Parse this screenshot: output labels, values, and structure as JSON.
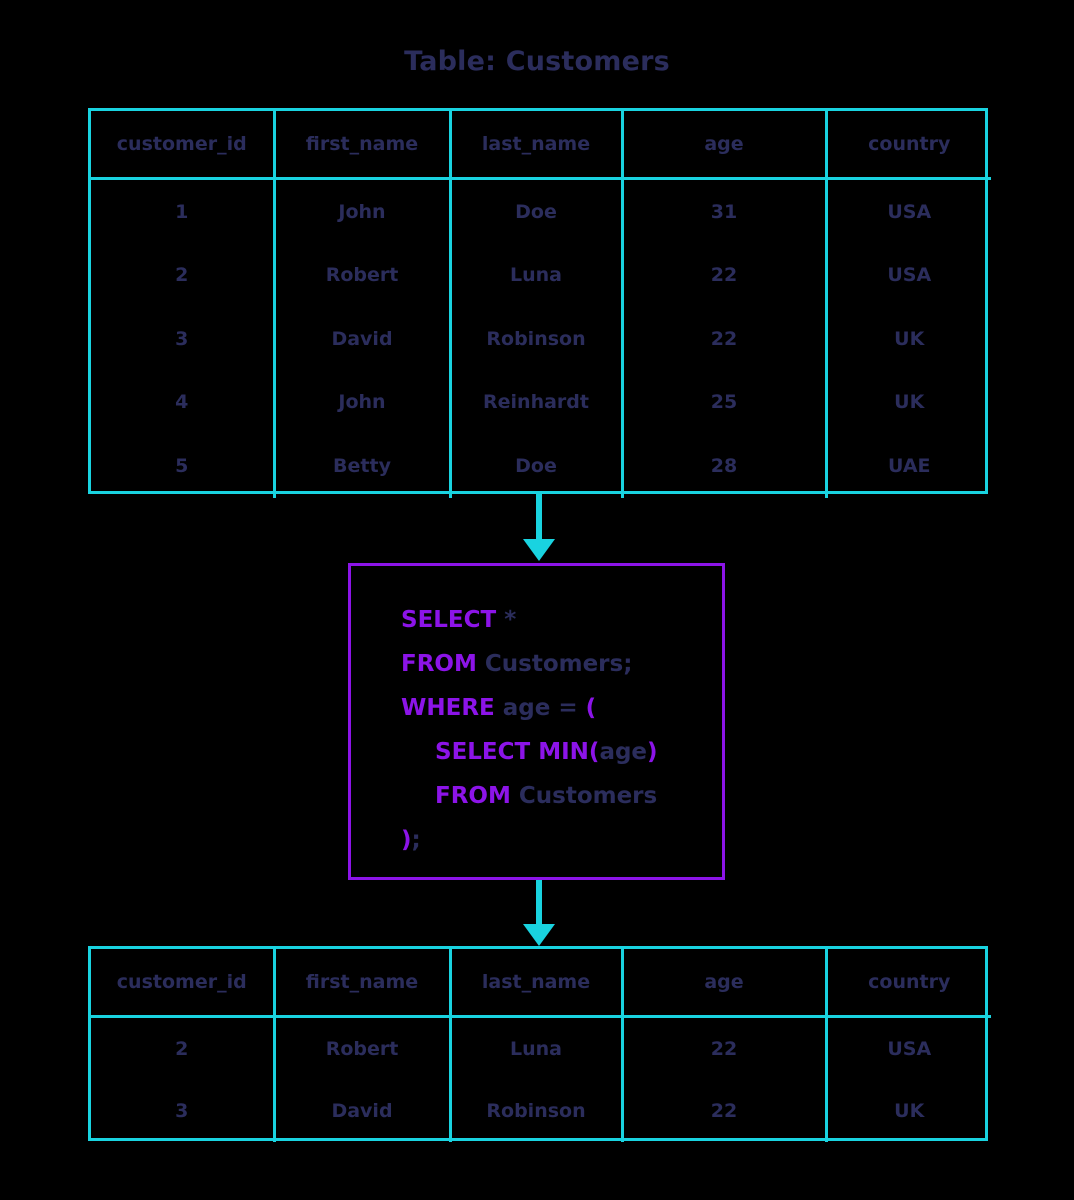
{
  "title": "Table: Customers",
  "colors": {
    "table_border": "#19d3e0",
    "arrow": "#19d3e0",
    "query_border": "#8c14e8",
    "keyword": "#8c14e8",
    "identifier": "#2b2d5c",
    "text": "#2b2d5c",
    "background": "#000000"
  },
  "customers_table": {
    "name": "customers-table",
    "columns": [
      "customer_id",
      "first_name",
      "last_name",
      "age",
      "country"
    ],
    "rows": [
      [
        "1",
        "John",
        "Doe",
        "31",
        "USA"
      ],
      [
        "2",
        "Robert",
        "Luna",
        "22",
        "USA"
      ],
      [
        "3",
        "David",
        "Robinson",
        "22",
        "UK"
      ],
      [
        "4",
        "John",
        "Reinhardt",
        "25",
        "UK"
      ],
      [
        "5",
        "Betty",
        "Doe",
        "28",
        "UAE"
      ]
    ]
  },
  "query": {
    "full_text": "SELECT *\nFROM Customers;\nWHERE age = (\n    SELECT MIN(age)\n    FROM Customers\n);",
    "lines": [
      {
        "indent": false,
        "tokens": [
          {
            "t": "SELECT",
            "k": true
          },
          {
            "t": " *",
            "k": false
          }
        ]
      },
      {
        "indent": false,
        "tokens": [
          {
            "t": "FROM",
            "k": true
          },
          {
            "t": " Customers;",
            "k": false
          }
        ]
      },
      {
        "indent": false,
        "tokens": [
          {
            "t": "WHERE",
            "k": true
          },
          {
            "t": " age = ",
            "k": false
          },
          {
            "t": "(",
            "k": true
          }
        ]
      },
      {
        "indent": true,
        "tokens": [
          {
            "t": "SELECT MIN",
            "k": true
          },
          {
            "t": "(",
            "k": true
          },
          {
            "t": "age",
            "k": false
          },
          {
            "t": ")",
            "k": true
          }
        ]
      },
      {
        "indent": true,
        "tokens": [
          {
            "t": "FROM",
            "k": true
          },
          {
            "t": " Customers",
            "k": false
          }
        ]
      },
      {
        "indent": false,
        "tokens": [
          {
            "t": ")",
            "k": true
          },
          {
            "t": ";",
            "k": false
          }
        ]
      }
    ]
  },
  "result_table": {
    "name": "result-table",
    "columns": [
      "customer_id",
      "first_name",
      "last_name",
      "age",
      "country"
    ],
    "rows": [
      [
        "2",
        "Robert",
        "Luna",
        "22",
        "USA"
      ],
      [
        "3",
        "David",
        "Robinson",
        "22",
        "UK"
      ]
    ]
  },
  "arrows": [
    {
      "name": "arrow-table-to-query",
      "direction": "down"
    },
    {
      "name": "arrow-query-to-result",
      "direction": "down"
    }
  ]
}
